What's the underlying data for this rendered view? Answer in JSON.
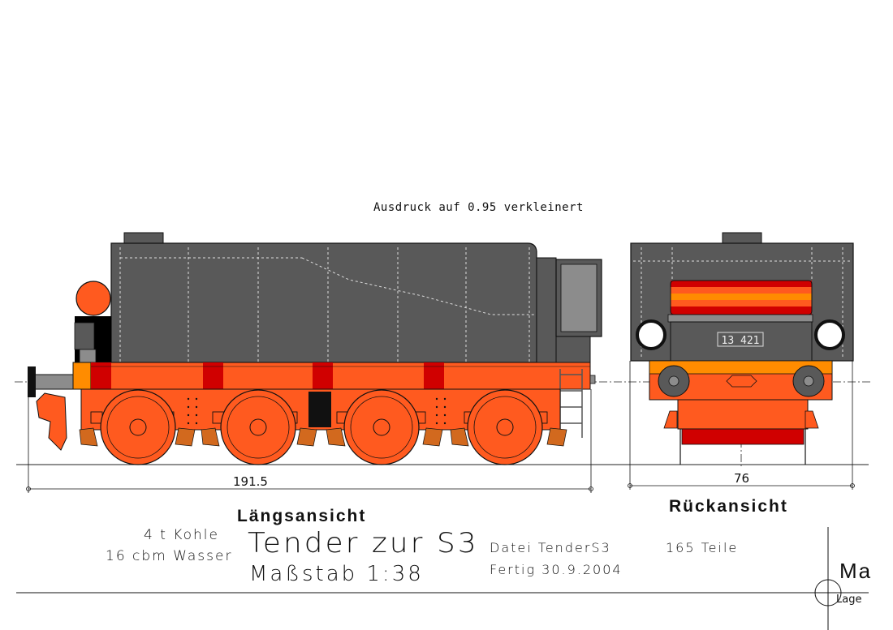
{
  "note": "Ausdruck auf 0.95 verkleinert",
  "side_view": {
    "title": "Längsansicht",
    "dimension": "191.5"
  },
  "rear_view": {
    "title": "Rückansicht",
    "dimension": "76",
    "number_plate": "13 421"
  },
  "specs": {
    "coal": "4 t Kohle",
    "water": "16 cbm Wasser"
  },
  "title": "Tender zur S3",
  "scale": "Maßstab 1:38",
  "file": "Datei TenderS3",
  "finished": "Fertig 30.9.2004",
  "parts": "165 Teile",
  "corner": {
    "label_top": "Ma",
    "label_bottom": "Lage"
  },
  "colors": {
    "body": "#595959",
    "frame": "#ff5a1f",
    "dark_red": "#d00000",
    "orange": "#ff8c00",
    "light_gray": "#8c8c8c"
  }
}
